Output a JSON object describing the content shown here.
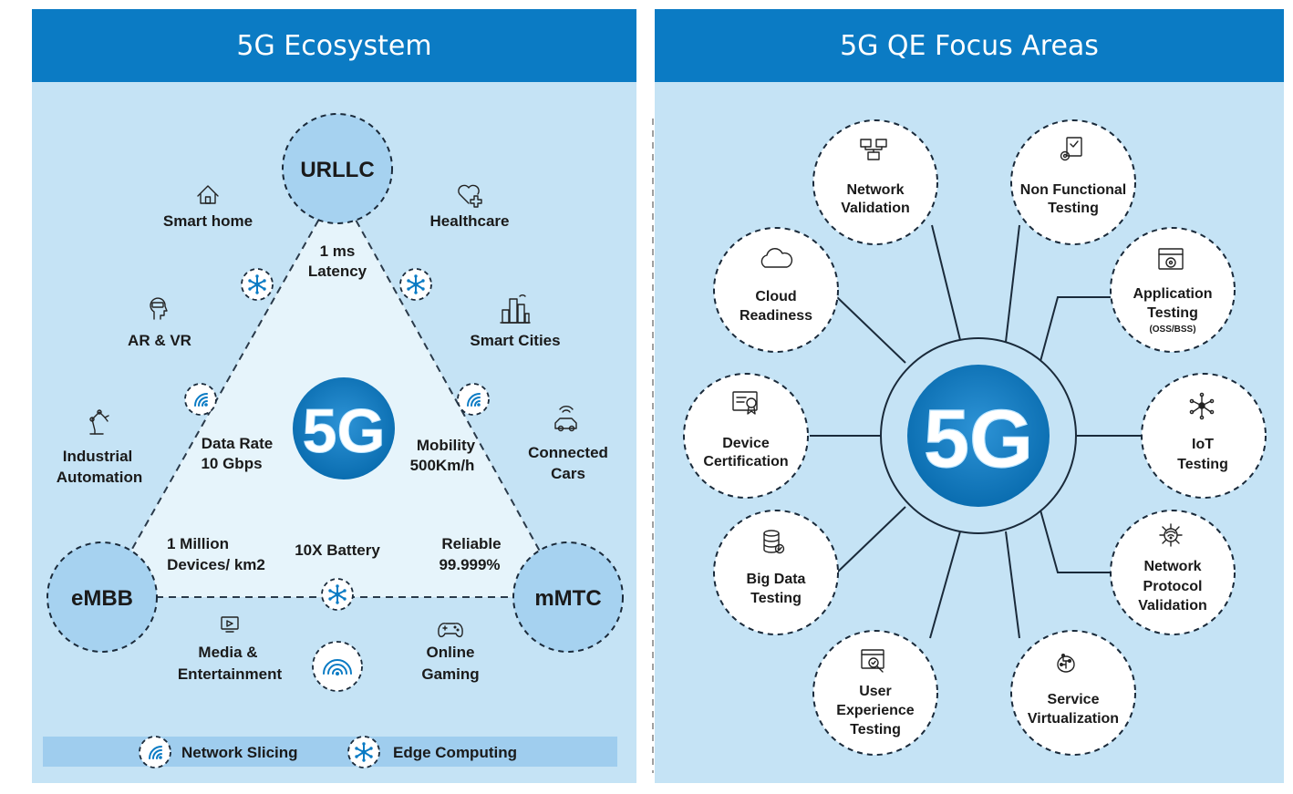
{
  "headers": {
    "left": "5G Ecosystem",
    "right": "5G QE Focus Areas"
  },
  "ecosystem": {
    "nodes": {
      "top": "URLLC",
      "left": "eMBB",
      "right": "mMTC"
    },
    "center": "5G",
    "metrics": {
      "latency": [
        "1 ms",
        "Latency"
      ],
      "data_rate": [
        "Data Rate",
        "10 Gbps"
      ],
      "mobility": [
        "Mobility",
        "500Km/h"
      ],
      "devices": [
        "1 Million",
        "Devices/ km2"
      ],
      "battery": "10X Battery",
      "reliable": [
        "Reliable",
        "99.999%"
      ]
    },
    "use_cases": {
      "smart_home": "Smart home",
      "healthcare": "Healthcare",
      "ar_vr": "AR & VR",
      "smart_cities": "Smart Cities",
      "industrial": [
        "Industrial",
        "Automation"
      ],
      "connected_cars": [
        "Connected",
        "Cars"
      ],
      "media": [
        "Media &",
        "Entertainment"
      ],
      "gaming": [
        "Online",
        "Gaming"
      ]
    },
    "legend": {
      "slicing": "Network Slicing",
      "edge": "Edge Computing"
    },
    "icons": {
      "slicing": "network-slicing-icon",
      "edge": "edge-computing-icon"
    }
  },
  "focus": {
    "center": "5G",
    "areas": [
      {
        "key": "network_validation",
        "lines": [
          "Network",
          "Validation"
        ],
        "icon": "network-monitors-icon"
      },
      {
        "key": "non_functional",
        "lines": [
          "Non Functional",
          "Testing"
        ],
        "icon": "checklist-gear-icon"
      },
      {
        "key": "cloud",
        "lines": [
          "Cloud",
          "Readiness"
        ],
        "icon": "cloud-icon"
      },
      {
        "key": "application",
        "lines": [
          "Application",
          "Testing"
        ],
        "sub": "(OSS/BSS)",
        "icon": "app-window-gear-icon"
      },
      {
        "key": "device",
        "lines": [
          "Device",
          "Certification"
        ],
        "icon": "certificate-icon"
      },
      {
        "key": "iot",
        "lines": [
          "IoT",
          "Testing"
        ],
        "icon": "iot-hub-icon"
      },
      {
        "key": "big_data",
        "lines": [
          "Big Data",
          "Testing"
        ],
        "icon": "database-check-icon"
      },
      {
        "key": "protocol",
        "lines": [
          "Network",
          "Protocol",
          "Validation"
        ],
        "icon": "protocol-chip-icon"
      },
      {
        "key": "ux",
        "lines": [
          "User",
          "Experience",
          "Testing"
        ],
        "icon": "ux-screen-icon"
      },
      {
        "key": "service",
        "lines": [
          "Service",
          "Virtualization"
        ],
        "icon": "virtual-brain-icon"
      }
    ]
  },
  "colors": {
    "header": "#0b7bc4",
    "panel": "#c5e3f5",
    "node": "#a6d2f0",
    "accent": "#0b7bc4"
  }
}
